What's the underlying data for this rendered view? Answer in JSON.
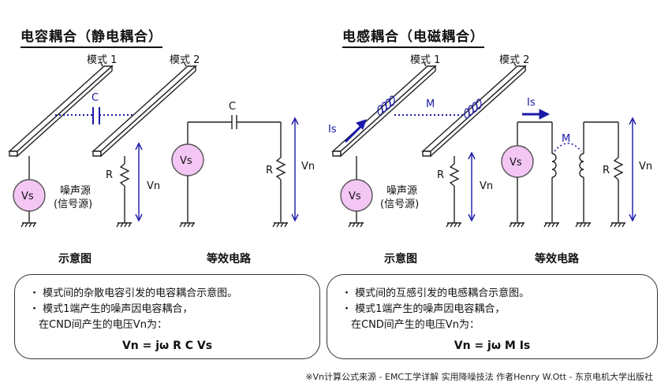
{
  "left": {
    "title": "电容耦合（静电耦合）",
    "mode1": "模式 1",
    "mode2": "模式 2",
    "coupling": "C",
    "source": "Vs",
    "resistor": "R",
    "voltage": "Vn",
    "noise_src_line1": "噪声源",
    "noise_src_line2": "(信号源)",
    "eq_capacitor": "C",
    "eq_source": "Vs",
    "eq_resistor": "R",
    "eq_voltage": "Vn",
    "caption_schematic": "示意图",
    "caption_circuit": "等效电路",
    "desc_line1": "・ 模式间的杂散电容引发的电容耦合示意图。",
    "desc_line2": "・ 模式1端产生的噪声因电容耦合，",
    "desc_line3": "在CND间产生的电压Vn为：",
    "formula": "Vn = jω R C Vs"
  },
  "right": {
    "title": "电感耦合（电磁耦合）",
    "mode1": "模式 1",
    "mode2": "模式 2",
    "coupling": "M",
    "current": "Is",
    "source": "Vs",
    "resistor": "R",
    "voltage": "Vn",
    "noise_src_line1": "噪声源",
    "noise_src_line2": "(信号源)",
    "eq_current": "Is",
    "eq_mutual": "M",
    "eq_source": "Vs",
    "eq_resistor": "R",
    "eq_voltage": "Vn",
    "caption_schematic": "示意图",
    "caption_circuit": "等效电路",
    "desc_line1": "・ 模式间的互感引发的电感耦合示意图。",
    "desc_line2": "・ 模式1端产生的噪声因电容耦合，",
    "desc_line3": "在CND间产生的电压Vn为：",
    "formula": "Vn = jω M Is"
  },
  "footer": "※Vn计算公式来源 - EMC工学详解 实用降噪技法 作者Henry W.Ott - 东京电机大学出版社",
  "colors": {
    "accent_blue": "#1a1aa8",
    "source_fill": "#f4c6f4",
    "source_stroke": "#555555"
  }
}
